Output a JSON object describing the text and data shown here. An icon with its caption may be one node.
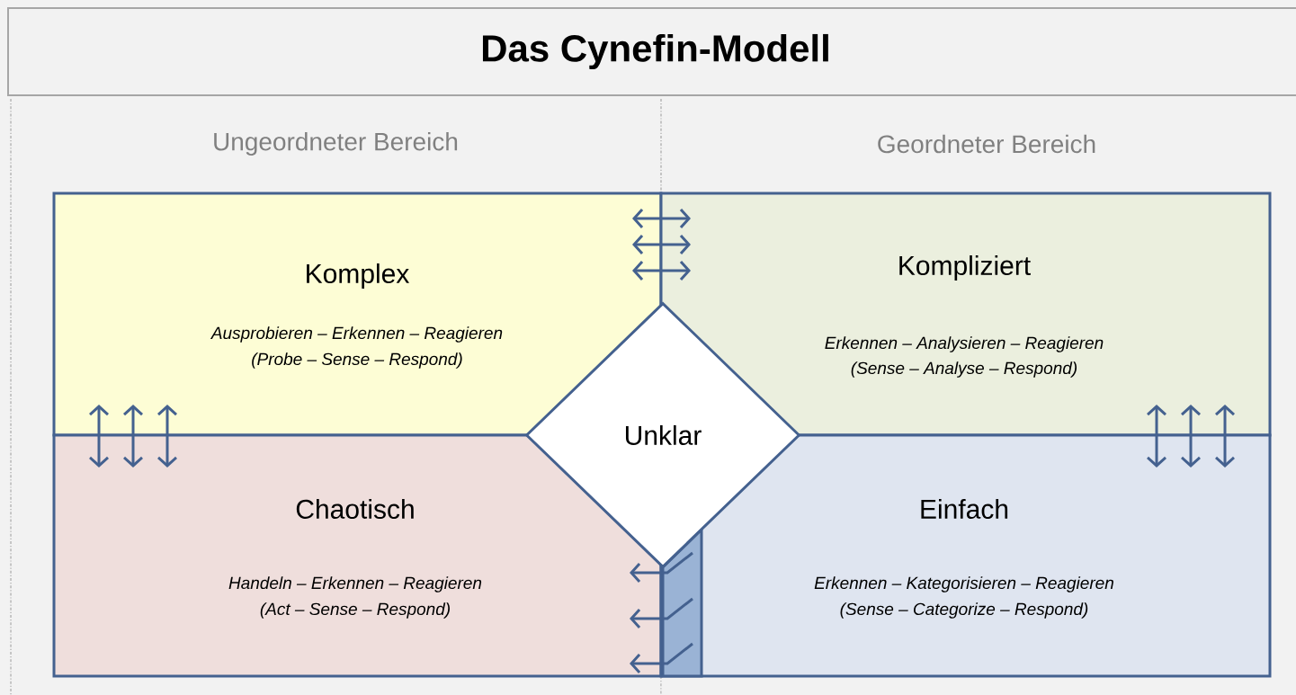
{
  "diagram": {
    "title": "Das Cynefin-Modell",
    "nodes": [
      {
        "text": [
          "Komplex",
          "Ausprobieren – Erkennen – Reagieren",
          "(Probe – Sense – Respond)"
        ]
      },
      {
        "text": [
          "Kompliziert",
          "Erkennen – Analysieren – Reagieren",
          "(Sense – Analyse – Respond)"
        ]
      },
      {
        "text": [
          "Unklar"
        ]
      },
      {
        "text": [
          "Chaotisch",
          "Handeln – Erkennen – Reagieren",
          "(Act – Sense – Respond)"
        ]
      },
      {
        "text": [
          "Einfach",
          "Erkennen – Kategorisieren – Reagieren",
          "(Sense – Categorize – Respond)"
        ]
      }
    ],
    "edges": [
      {
        "from": 0,
        "to": 1,
        "arrow": "both"
      },
      {
        "from": 0,
        "to": 1,
        "arrow": "both"
      },
      {
        "from": 0,
        "to": 1,
        "arrow": "both"
      },
      {
        "from": 0,
        "to": 3,
        "arrow": "both"
      },
      {
        "from": 0,
        "to": 3,
        "arrow": "both"
      },
      {
        "from": 0,
        "to": 3,
        "arrow": "both"
      },
      {
        "from": 1,
        "to": 4,
        "arrow": "both"
      },
      {
        "from": 1,
        "to": 4,
        "arrow": "both"
      },
      {
        "from": 1,
        "to": 4,
        "arrow": "both"
      },
      {
        "from": 4,
        "to": 3,
        "arrow": "to"
      },
      {
        "from": 4,
        "to": 3,
        "arrow": "to"
      },
      {
        "from": 4,
        "to": 3,
        "arrow": "to"
      }
    ],
    "labels": [
      "Ungeordneter Bereich",
      "Geordneter Bereich"
    ]
  }
}
